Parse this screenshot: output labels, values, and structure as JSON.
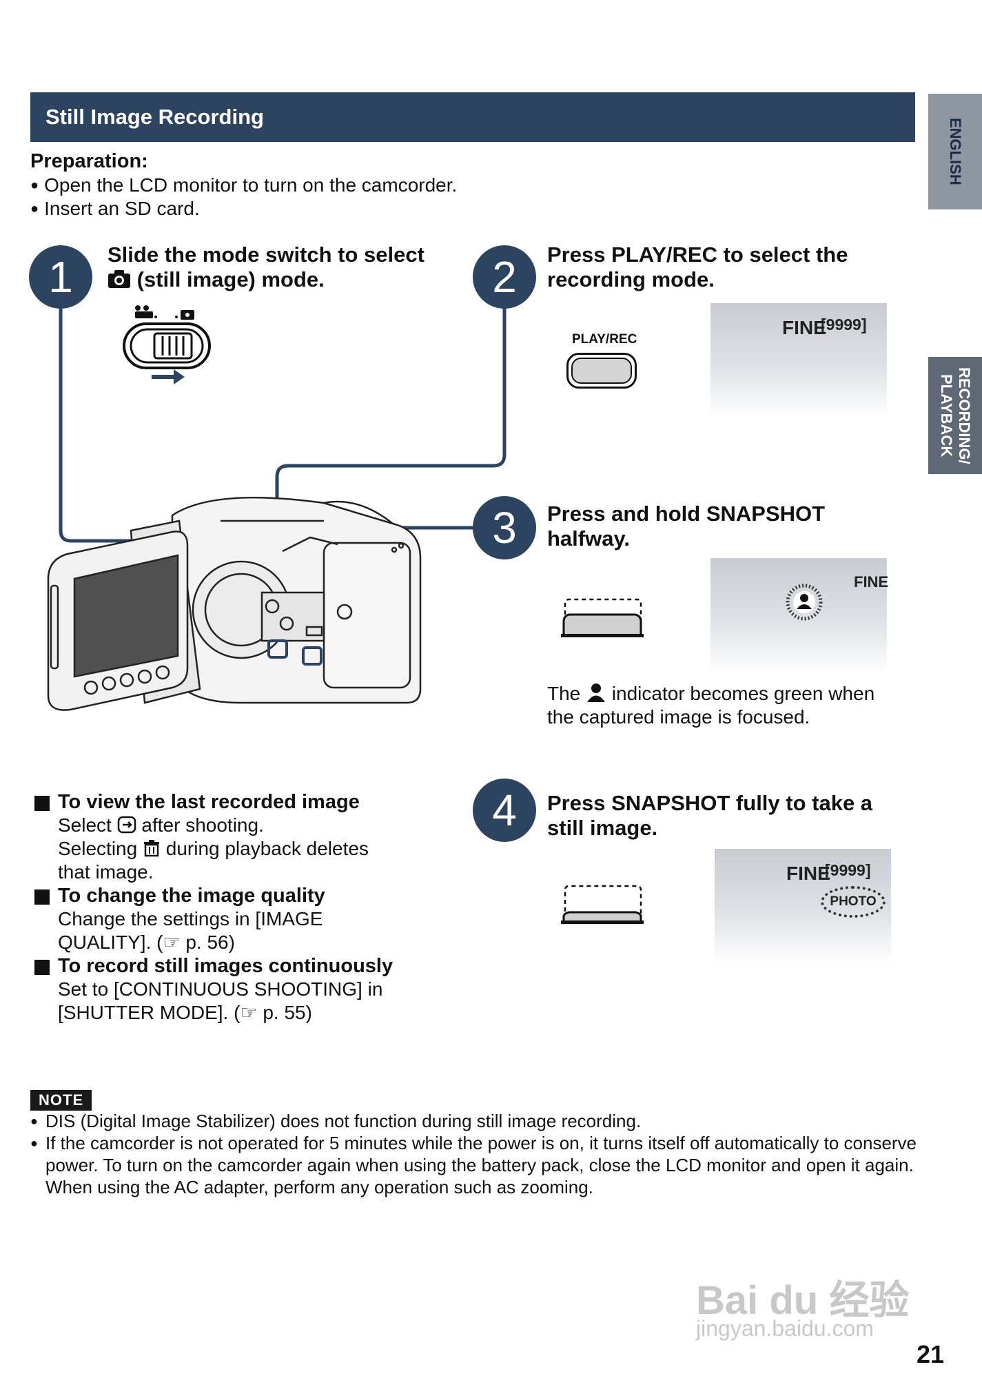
{
  "header": {
    "title": "Still Image Recording"
  },
  "side_tabs": {
    "english": "ENGLISH",
    "recording_line1": "RECORDING/",
    "recording_line2": "PLAYBACK"
  },
  "preparation": {
    "title": "Preparation:",
    "items": [
      "Open the LCD monitor to turn on the camcorder.",
      "Insert an SD card."
    ]
  },
  "steps": [
    {
      "number": "1",
      "line1": "Slide the mode switch to select",
      "line2": "(still image) mode."
    },
    {
      "number": "2",
      "line1": "Press PLAY/REC to select the",
      "line2": "recording mode.",
      "button_label": "PLAY/REC"
    },
    {
      "number": "3",
      "line1": "Press and hold SNAPSHOT",
      "line2": "halfway.",
      "caption_pre": "The",
      "caption_post": "indicator becomes green when",
      "caption_line2": "the captured image is focused."
    },
    {
      "number": "4",
      "line1": "Press SNAPSHOT fully to take a",
      "line2": "still image."
    }
  ],
  "screens": {
    "s2": {
      "quality": "FINE",
      "count": "[9999]"
    },
    "s3": {
      "quality": "FINE"
    },
    "s4": {
      "quality": "FINE",
      "count": "[9999]",
      "badge": "PHOTO"
    }
  },
  "tips": [
    {
      "head": "To view the last recorded image",
      "l1_pre": "Select",
      "l1_post": "after shooting.",
      "l2_pre": "Selecting",
      "l2_post": "during playback deletes",
      "l3": "that image."
    },
    {
      "head": "To change the image quality",
      "l1": "Change the settings in [IMAGE",
      "l2": "QUALITY]. (☞ p. 56)"
    },
    {
      "head": "To record still images continuously",
      "l1": "Set to [CONTINUOUS SHOOTING] in",
      "l2": "[SHUTTER MODE]. (☞ p. 55)"
    }
  ],
  "note": {
    "label": "NOTE",
    "items": [
      "DIS (Digital Image Stabilizer) does not function during still image recording.",
      "If the camcorder is not operated for 5 minutes while the power is on, it turns itself off automatically to conserve power. To turn on the camcorder again when using the battery pack, close the LCD monitor and open it again. When using the AC adapter, perform any operation such as zooming."
    ]
  },
  "watermark": {
    "brand": "Bai du 经验",
    "url": "jingyan.baidu.com"
  },
  "page_number": "21",
  "colors": {
    "accent": "#2c4460",
    "tab_light": "#8e96a2",
    "tab_dark": "#5f6875"
  }
}
